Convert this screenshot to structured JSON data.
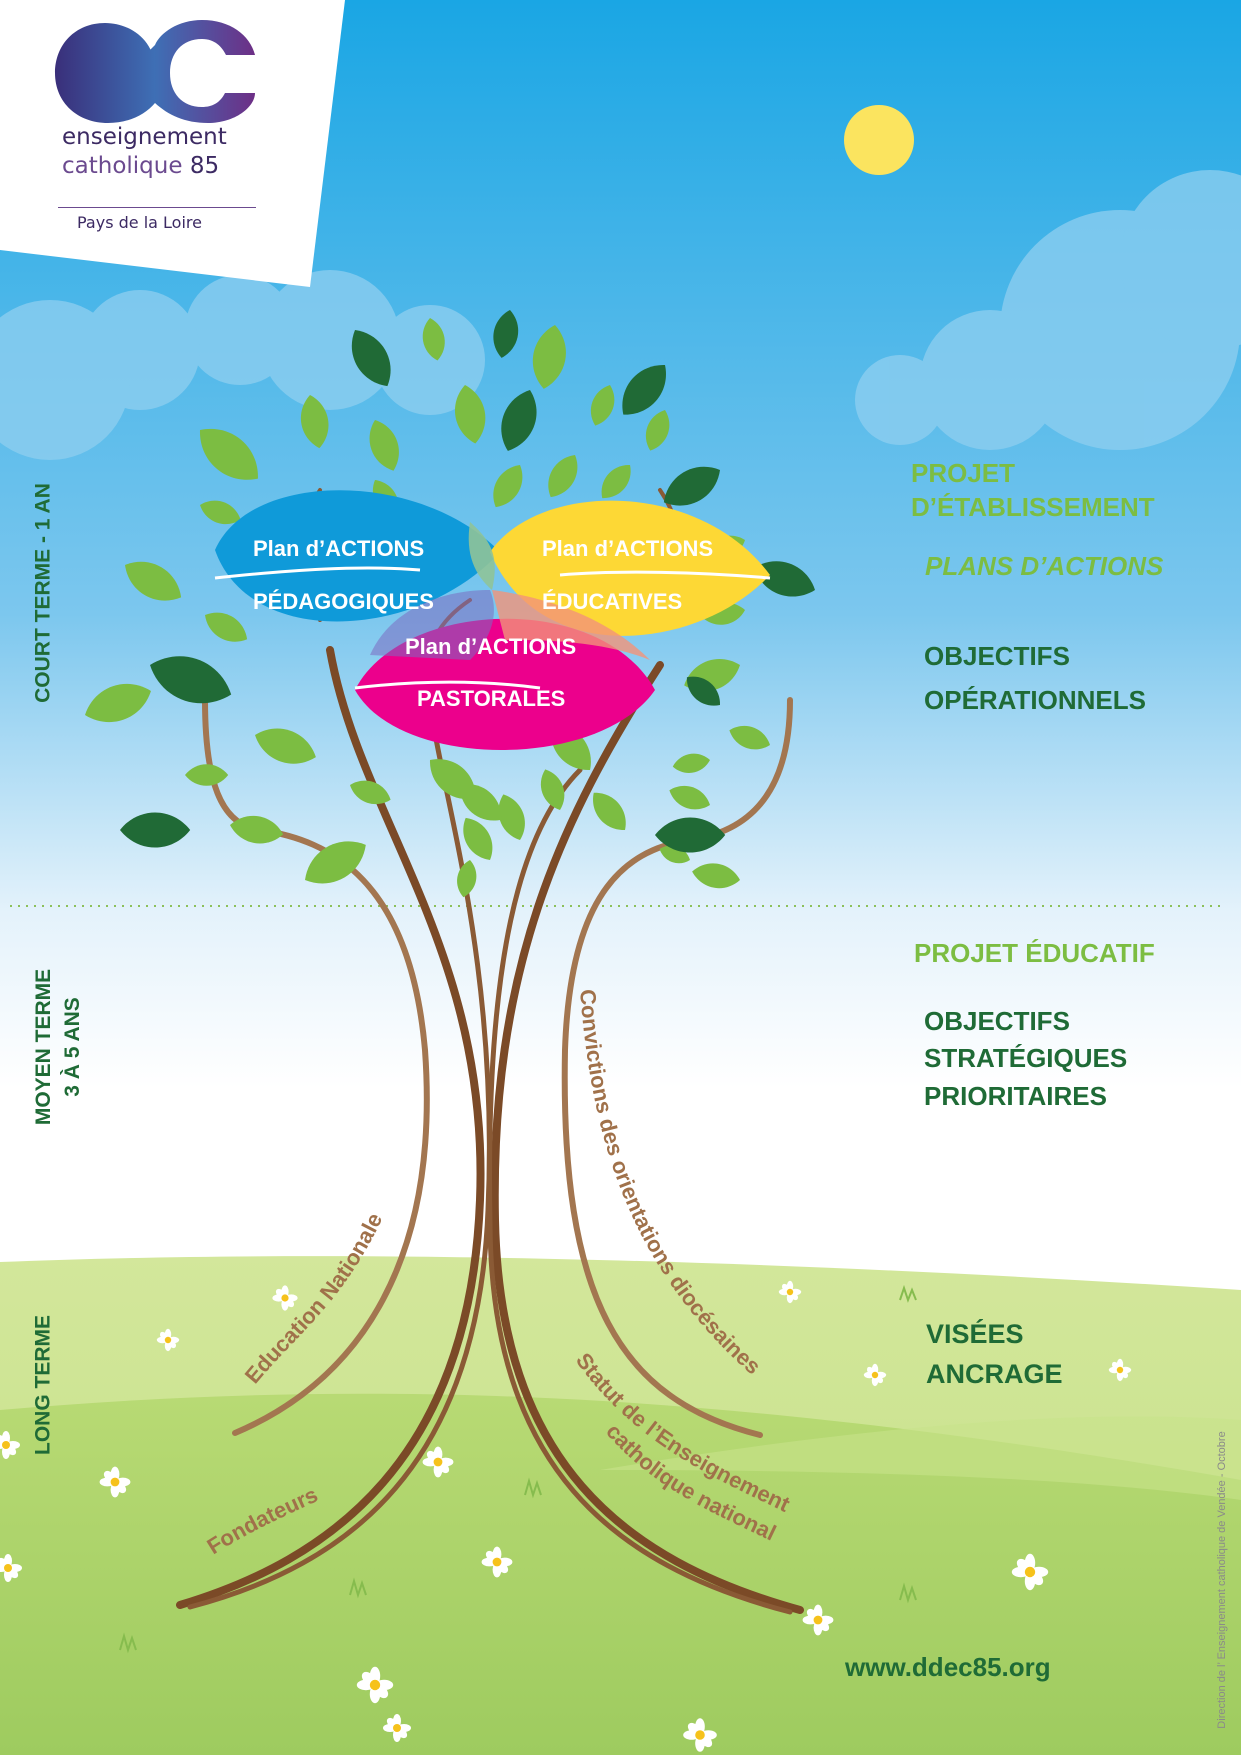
{
  "logo": {
    "mark": "ec",
    "line1": "enseignement",
    "line2": "catholique",
    "line2_number": "85",
    "line3": "Pays de la Loire"
  },
  "bands": {
    "court": "COURT TERME - 1 AN",
    "moyen_line1": "MOYEN TERME",
    "moyen_line2": "3 À 5 ANS",
    "long": "LONG TERME"
  },
  "petals": {
    "pedagogiques_top": "Plan d’ACTIONS",
    "pedagogiques_bottom": "PÉDAGOGIQUES",
    "educatives_top": "Plan d’ACTIONS",
    "educatives_bottom": "ÉDUCATIVES",
    "pastorales_top": "Plan d’ACTIONS",
    "pastorales_bottom": "PASTORALES"
  },
  "right": {
    "projet_etab_1": "PROJET",
    "projet_etab_2": "D’ÉTABLISSEMENT",
    "plans": "PLANS D’ACTIONS",
    "obj_op_1": "OBJECTIFS",
    "obj_op_2": "OPÉRATIONNELS",
    "projet_educatif": "PROJET ÉDUCATIF",
    "obj_strat_1": "OBJECTIFS",
    "obj_strat_2": "STRATÉGIQUES",
    "obj_strat_3": "PRIORITAIRES",
    "visees": "VISÉES",
    "ancrage": "ANCRAGE"
  },
  "roots": {
    "education_nationale": "Education Nationale",
    "convictions": "Convictions des orientations diocésaines",
    "statut_1": "Statut de l’Enseignement",
    "statut_2": "catholique national",
    "fondateurs": "Fondateurs"
  },
  "url": "www.ddec85.org",
  "credit": "Direction de l’  Enseignement catholique de Vendée - Octobre",
  "colors": {
    "sky_top": "#1aa6e4",
    "grass": "#a8d06a",
    "blue_petal": "#0f9ad9",
    "yellow_petal": "#fdd835",
    "pink_petal": "#ec008c",
    "dark_green": "#1f6b36",
    "light_green": "#7cbd42",
    "root_text": "#a0714a"
  }
}
